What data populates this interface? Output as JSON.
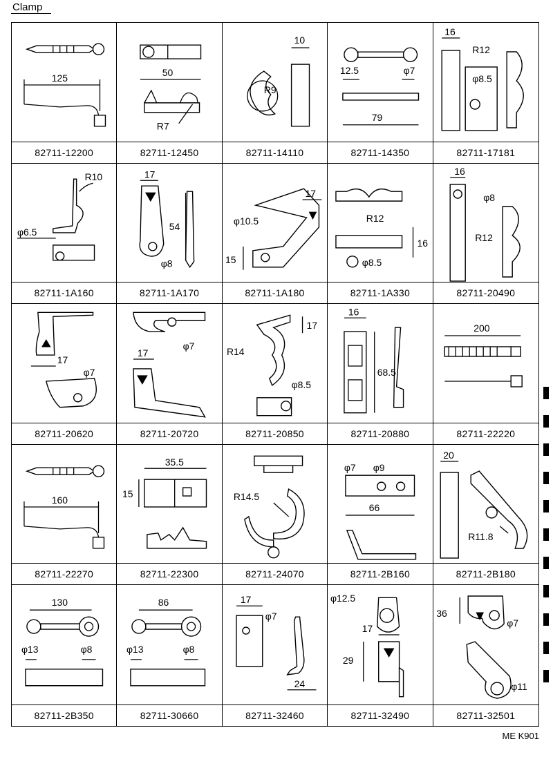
{
  "title": "Clamp",
  "footer": "ME K901",
  "parts": [
    {
      "code": "82711-12200",
      "dims": [
        "125"
      ]
    },
    {
      "code": "82711-12450",
      "dims": [
        "50",
        "R7"
      ]
    },
    {
      "code": "82711-14110",
      "dims": [
        "10",
        "R9"
      ]
    },
    {
      "code": "82711-14350",
      "dims": [
        "12.5",
        "φ7",
        "79"
      ]
    },
    {
      "code": "82711-17181",
      "dims": [
        "16",
        "R12",
        "φ8.5"
      ]
    },
    {
      "code": "82711-1A160",
      "dims": [
        "R10",
        "φ6.5"
      ]
    },
    {
      "code": "82711-1A170",
      "dims": [
        "17",
        "54",
        "φ8"
      ]
    },
    {
      "code": "82711-1A180",
      "dims": [
        "17",
        "φ10.5",
        "15"
      ]
    },
    {
      "code": "82711-1A330",
      "dims": [
        "R12",
        "16",
        "φ8.5"
      ]
    },
    {
      "code": "82711-20490",
      "dims": [
        "16",
        "φ8",
        "R12"
      ]
    },
    {
      "code": "82711-20620",
      "dims": [
        "17",
        "φ7"
      ]
    },
    {
      "code": "82711-20720",
      "dims": [
        "φ7",
        "17"
      ]
    },
    {
      "code": "82711-20850",
      "dims": [
        "17",
        "R14",
        "φ8.5"
      ]
    },
    {
      "code": "82711-20880",
      "dims": [
        "16",
        "68.5"
      ]
    },
    {
      "code": "82711-22220",
      "dims": [
        "200"
      ]
    },
    {
      "code": "82711-22270",
      "dims": [
        "160"
      ]
    },
    {
      "code": "82711-22300",
      "dims": [
        "35.5",
        "15"
      ]
    },
    {
      "code": "82711-24070",
      "dims": [
        "R14.5"
      ]
    },
    {
      "code": "82711-2B160",
      "dims": [
        "φ7",
        "φ9",
        "66"
      ]
    },
    {
      "code": "82711-2B180",
      "dims": [
        "20",
        "R11.8"
      ]
    },
    {
      "code": "82711-2B350",
      "dims": [
        "130",
        "φ13",
        "φ8"
      ]
    },
    {
      "code": "82711-30660",
      "dims": [
        "86",
        "φ13",
        "φ8"
      ]
    },
    {
      "code": "82711-32460",
      "dims": [
        "17",
        "φ7",
        "24"
      ]
    },
    {
      "code": "82711-32490",
      "dims": [
        "φ12.5",
        "17",
        "29"
      ]
    },
    {
      "code": "82711-32501",
      "dims": [
        "36",
        "φ7",
        "φ11"
      ]
    }
  ]
}
